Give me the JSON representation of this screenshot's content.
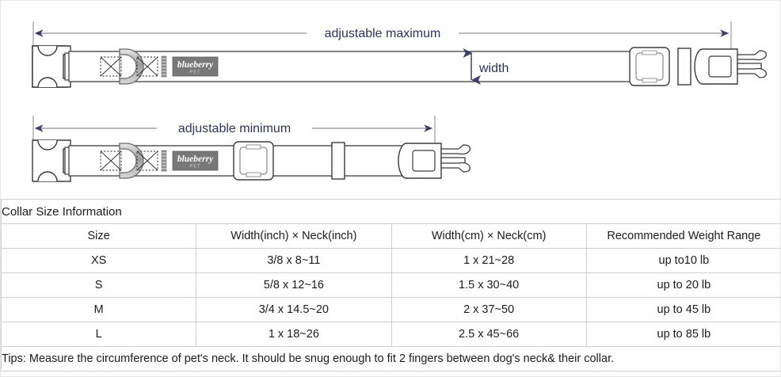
{
  "diagram": {
    "top": {
      "dimension_label": "adjustable maximum",
      "width_label": "width",
      "brand_label": "blueberry",
      "brand_sub_label": "PET"
    },
    "bottom": {
      "dimension_label": "adjustable minimum",
      "brand_label": "blueberry",
      "brand_sub_label": "PET"
    },
    "colors": {
      "arrow": "#3a3f66",
      "outline": "#3b3b3b",
      "hardware_fill": "#ffffff",
      "label_fill": "#787878",
      "dimension_line": "#8f8f9c"
    }
  },
  "table": {
    "title": "Collar Size Information",
    "headers": [
      "Size",
      "Width(inch)  ×  Neck(inch)",
      "Width(cm)  ×  Neck(cm)",
      "Recommended Weight Range"
    ],
    "rows": [
      {
        "size": "XS",
        "inch": "3/8 x 8~11",
        "cm": "1 x 21~28",
        "weight": "up to10 lb"
      },
      {
        "size": "S",
        "inch": "5/8 x 12~16",
        "cm": "1.5 x 30~40",
        "weight": "up to 20 lb"
      },
      {
        "size": "M",
        "inch": "3/4 x 14.5~20",
        "cm": "2 x 37~50",
        "weight": "up to 45 lb"
      },
      {
        "size": "L",
        "inch": "1 x 18~26",
        "cm": "2.5 x 45~66",
        "weight": "up to 85 lb"
      }
    ],
    "tips": "Tips: Measure the circumference of pet's neck. It should be snug enough to fit 2 fingers between dog's neck& their collar."
  }
}
